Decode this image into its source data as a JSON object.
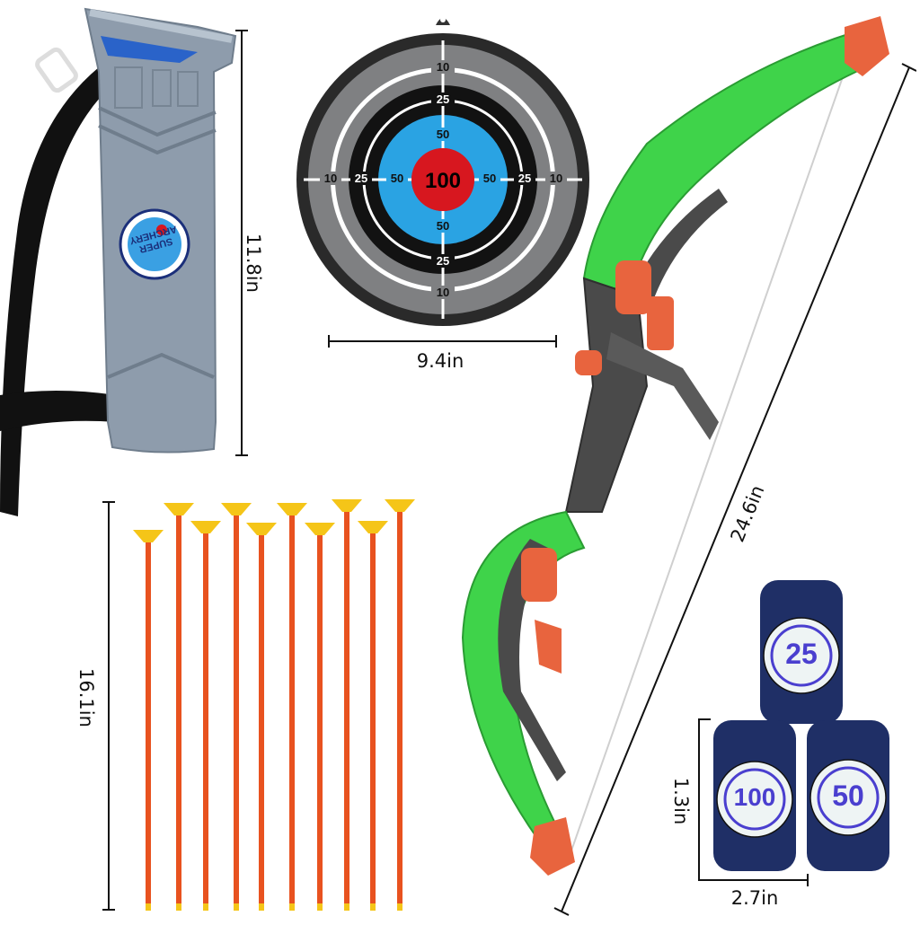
{
  "image": {
    "subject": "Kids toy archery set",
    "background": "#ffffff"
  },
  "quiver": {
    "badge_line1": "SUPER",
    "badge_line2": "ARCHERY",
    "dimension": "11.8in",
    "color": "#8a98a8"
  },
  "target": {
    "dimension": "9.4in",
    "center_label": "100",
    "ring_labels": [
      "10",
      "25",
      "50",
      "100",
      "50",
      "25",
      "10"
    ],
    "top_labels": [
      "10",
      "25",
      "50"
    ],
    "bottom_labels": [
      "50",
      "25",
      "10"
    ],
    "left_labels": [
      "10",
      "25",
      "50"
    ],
    "right_labels": [
      "50",
      "25",
      "10"
    ],
    "colors": {
      "outer": "#2a2a2a",
      "gray": "#7f8082",
      "black": "#121212",
      "blue": "#2aa3e3",
      "red": "#d7171f"
    }
  },
  "arrows": {
    "count": 10,
    "dimension": "16.1in",
    "shaft_color": "#e8521f",
    "tip_color": "#f5c518"
  },
  "bow": {
    "dimension": "24.6in",
    "limb_color": "#3fd34a",
    "accent_color": "#e8643e",
    "riser_color": "#4a4a4a"
  },
  "cans": {
    "labels": [
      "25",
      "100",
      "50"
    ],
    "height_dimension": "1.3in",
    "width_dimension": "2.7in",
    "can_color": "#1f2f66",
    "number_color": "#4a3fcf"
  }
}
